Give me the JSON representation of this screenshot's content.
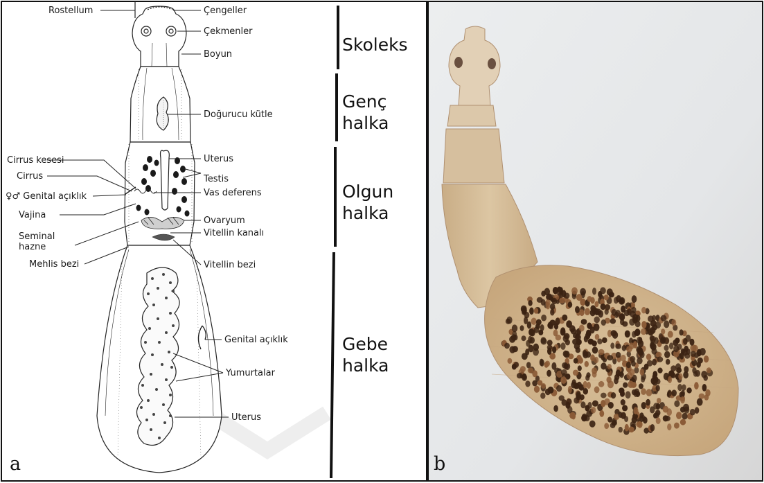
{
  "panel_a": {
    "letter": "a",
    "labels_left": [
      "Rostellum",
      "Cirrus kesesi",
      "Cirrus",
      "♀♂ Genital açıklık",
      "Vajina",
      "Seminal",
      "hazne",
      "Mehlis bezi"
    ],
    "labels_right": [
      "Çengeller",
      "Çekmenler",
      "Boyun",
      "Doğurucu kütle",
      "Uterus",
      "Testis",
      "Vas deferens",
      "Ovaryum",
      "Vitellin kanalı",
      "Vitellin bezi",
      "Genital açıklık",
      "Yumurtalar",
      "Uterus"
    ],
    "regions": [
      "Skoleks",
      "Genç",
      "halka",
      "Olgun",
      "halka",
      "Gebe",
      "halka"
    ]
  },
  "panel_b": {
    "letter": "b"
  },
  "colors": {
    "ink": "#222222",
    "photo_background": "#e7e9ea",
    "specimen_body": "#d3ba96",
    "eggs": "#3b2313"
  }
}
